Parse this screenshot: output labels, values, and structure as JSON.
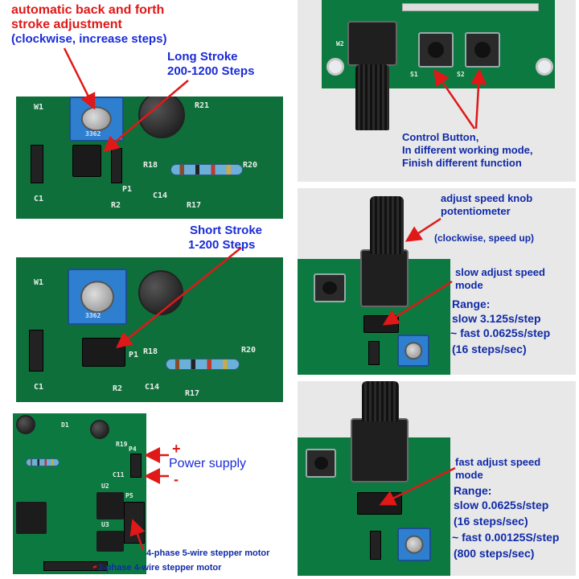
{
  "captions": {
    "auto_title_1": "automatic back and forth",
    "auto_title_2": "stroke adjustment",
    "auto_sub": "(clockwise, increase steps)",
    "long_stroke_1": "Long Stroke",
    "long_stroke_2": "200-1200 Steps",
    "short_stroke_1": "Short Stroke",
    "short_stroke_2": "1-200 Steps",
    "control_1": "Control Button,",
    "control_2": "In different working mode,",
    "control_3": "Finish different function",
    "knob_1": "adjust speed knob",
    "knob_2": "potentiometer",
    "knob_3": "(clockwise, speed up)",
    "slow_1": "slow adjust speed",
    "slow_2": "mode",
    "slow_3": "Range:",
    "slow_4": "slow 3.125s/step",
    "slow_5": "~ fast 0.0625s/step",
    "slow_6": "(16 steps/sec)",
    "fast_1": "fast adjust speed",
    "fast_2": "mode",
    "fast_3": "Range:",
    "fast_4": "slow 0.0625s/step",
    "fast_5": "(16 steps/sec)",
    "fast_6": "~ fast 0.00125S/step",
    "fast_7": "(800 steps/sec)",
    "plus": "+",
    "power": "Power supply",
    "minus": "-",
    "motor_4phase": "4-phase 5-wire stepper motor",
    "motor_2phase": "2-phase 4-wire stepper motor"
  },
  "silkscreen": {
    "w1": "W1",
    "r21": "R21",
    "r18": "R18",
    "r20": "R20",
    "c14": "C14",
    "r17": "R17",
    "p1": "P1",
    "r2": "R2",
    "c1": "C1",
    "pot_code": "3362",
    "s1": "S1",
    "s2": "S2",
    "w2": "W2",
    "p4": "P4",
    "p5": "P5",
    "u2": "U2",
    "u3": "U3",
    "r19": "R19",
    "c11": "C11",
    "d1": "D1"
  },
  "colors": {
    "caption_blue": "#1a2bd8",
    "caption_red": "#e01818",
    "pcb_green": "#0c7a40",
    "arrow_red": "#e01818"
  }
}
